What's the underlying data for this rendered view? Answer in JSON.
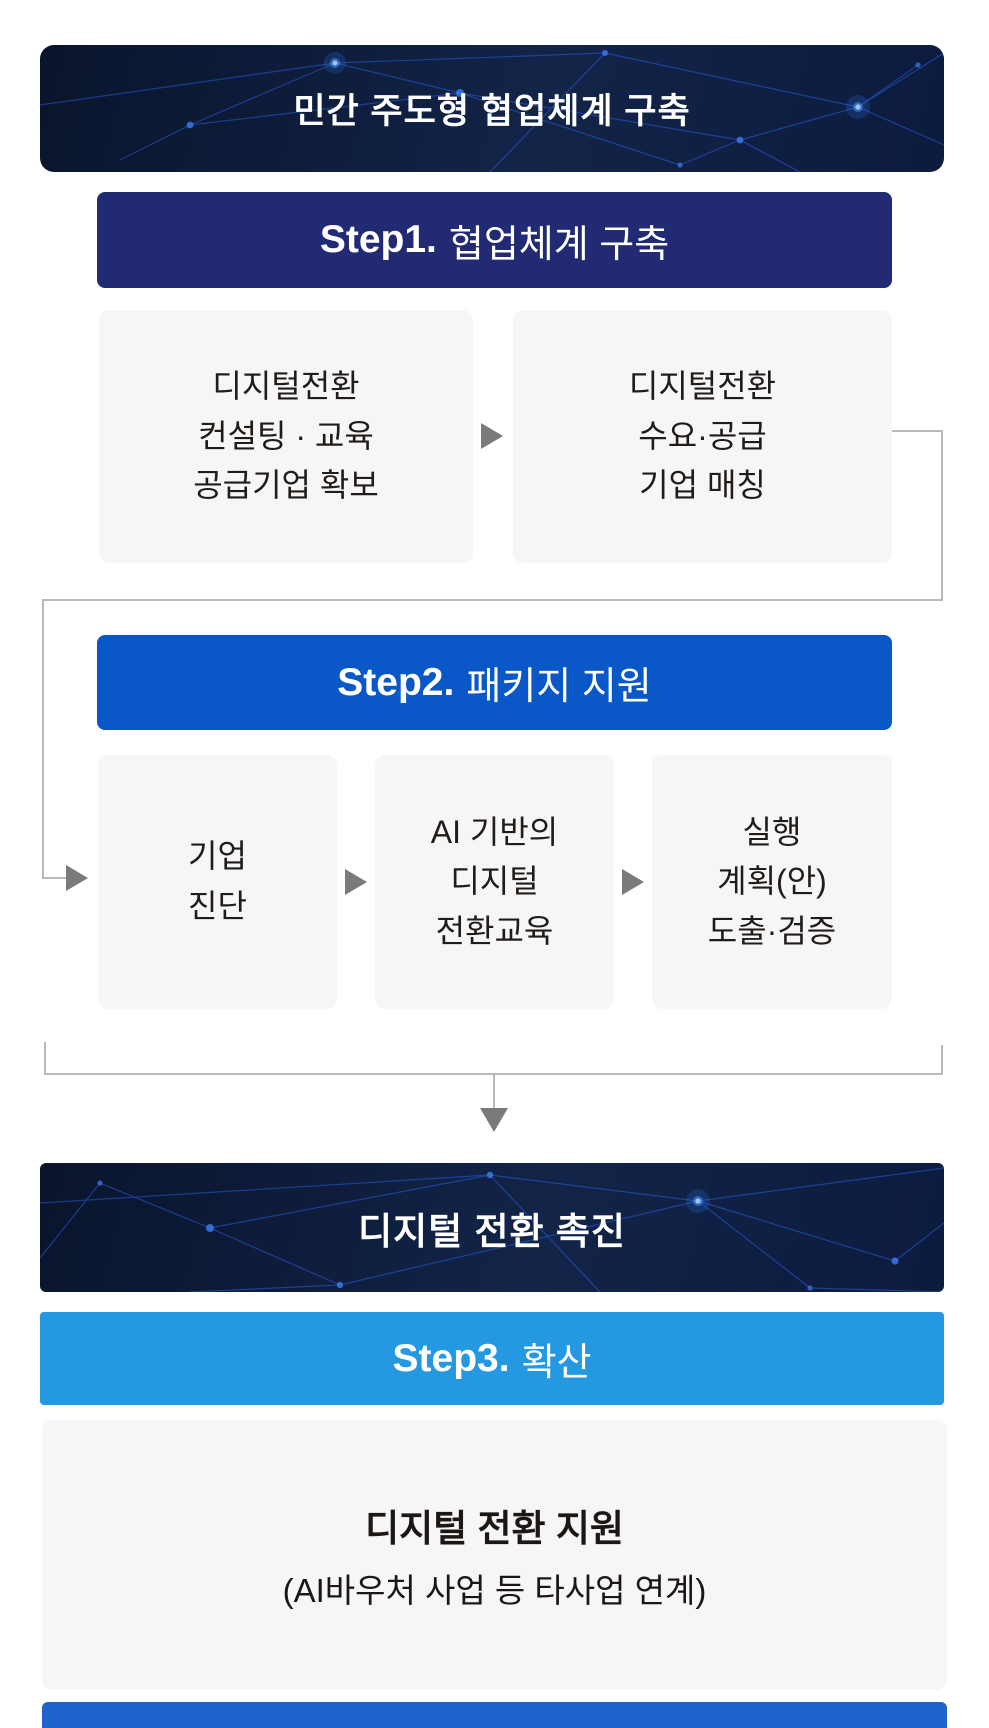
{
  "colors": {
    "step1_bg": "#212a72",
    "step2_bg": "#0a58c7",
    "step3_bg": "#2598e2",
    "dark_banner_bg": "#0c1633",
    "box_bg": "#f6f6f6",
    "connector_line": "#b9b9b9",
    "arrow": "#7a7a7a",
    "bottom_bar": "#1e63cb"
  },
  "header": {
    "title": "민간 주도형 협업체계 구축"
  },
  "step1": {
    "label_bold": "Step1.",
    "label_rest": "협업체계 구축",
    "boxes": [
      {
        "lines": [
          "디지털전환",
          "컨설팅 · 교육",
          "공급기업 확보"
        ]
      },
      {
        "lines": [
          "디지털전환",
          "수요·공급",
          "기업 매칭"
        ]
      }
    ]
  },
  "step2": {
    "label_bold": "Step2.",
    "label_rest": "패키지 지원",
    "boxes": [
      {
        "lines": [
          "기업",
          "진단"
        ]
      },
      {
        "lines": [
          "AI 기반의",
          "디지털",
          "전환교육"
        ]
      },
      {
        "lines": [
          "실행",
          "계획(안)",
          "도출·검증"
        ]
      }
    ]
  },
  "promotion": {
    "title": "디지털 전환 촉진"
  },
  "step3": {
    "label_bold": "Step3.",
    "label_rest": "확산",
    "box": {
      "title": "디지털 전환 지원",
      "subtitle": "(AI바우처 사업 등 타사업 연계)"
    }
  }
}
